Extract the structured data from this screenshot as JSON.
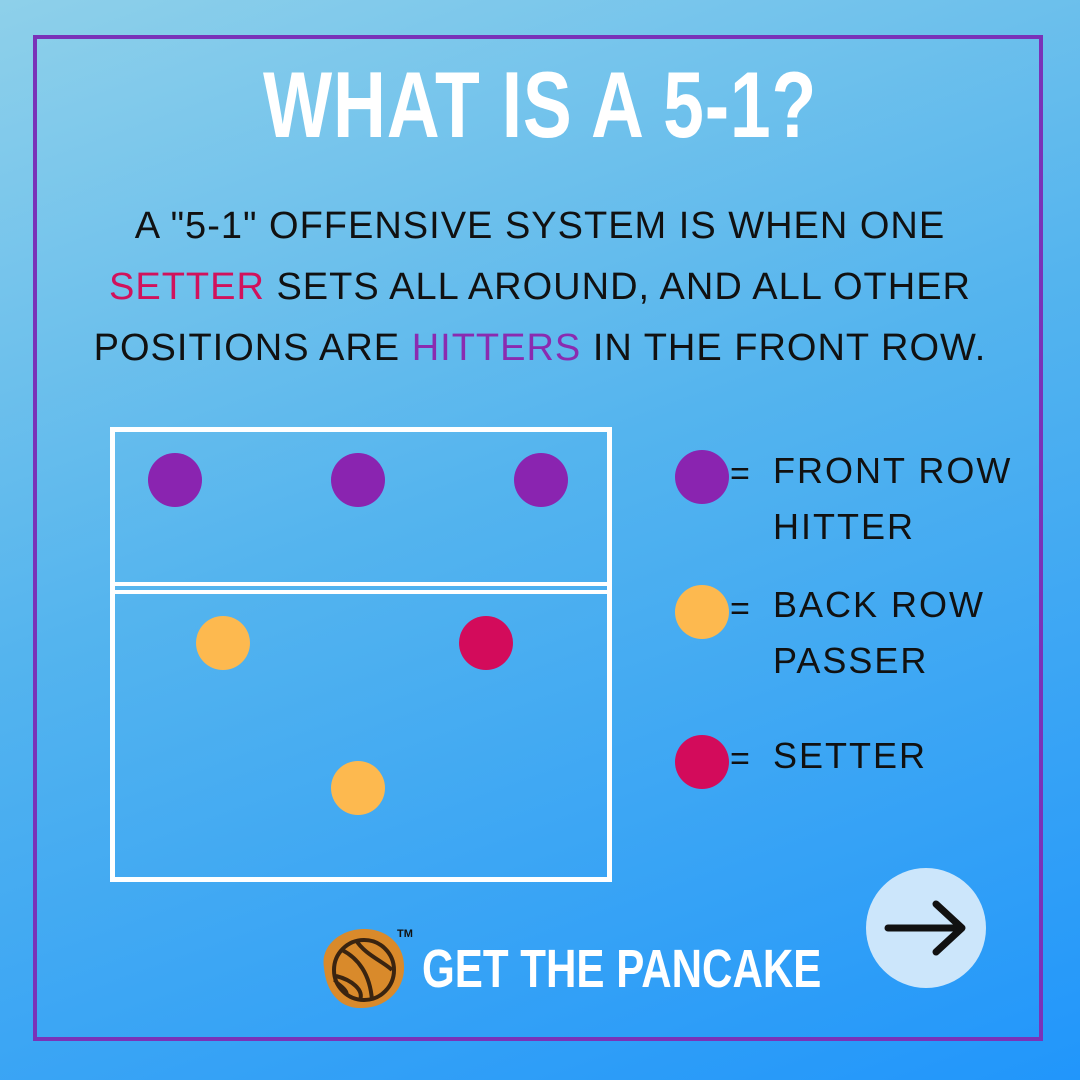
{
  "title": "WHAT IS A 5-1?",
  "description": {
    "line1": "A \"5-1\" OFFENSIVE SYSTEM IS WHEN ONE",
    "line2_highlight": "SETTER",
    "line2_rest": " SETS ALL AROUND, AND ALL OTHER",
    "line3_start": "POSITIONS ARE ",
    "line3_highlight": "HITTERS",
    "line3_end": " IN THE FRONT ROW."
  },
  "legend": {
    "equals": "=",
    "front_row": {
      "line1": "FRONT ROW",
      "line2": "HITTER",
      "color": "#8a24b0"
    },
    "back_row": {
      "line1": "BACK ROW",
      "line2": "PASSER",
      "color": "#fdb94f"
    },
    "setter": {
      "line1": "SETTER",
      "color": "#d30b5b"
    }
  },
  "colors": {
    "frame": "#7a32b8",
    "setter_text": "#d1125c",
    "hitter_text": "#8a2bb0"
  },
  "next_button": {
    "icon": "arrow-right-icon"
  },
  "brand": {
    "name": "GET THE PANCAKE",
    "tm": "TM"
  }
}
